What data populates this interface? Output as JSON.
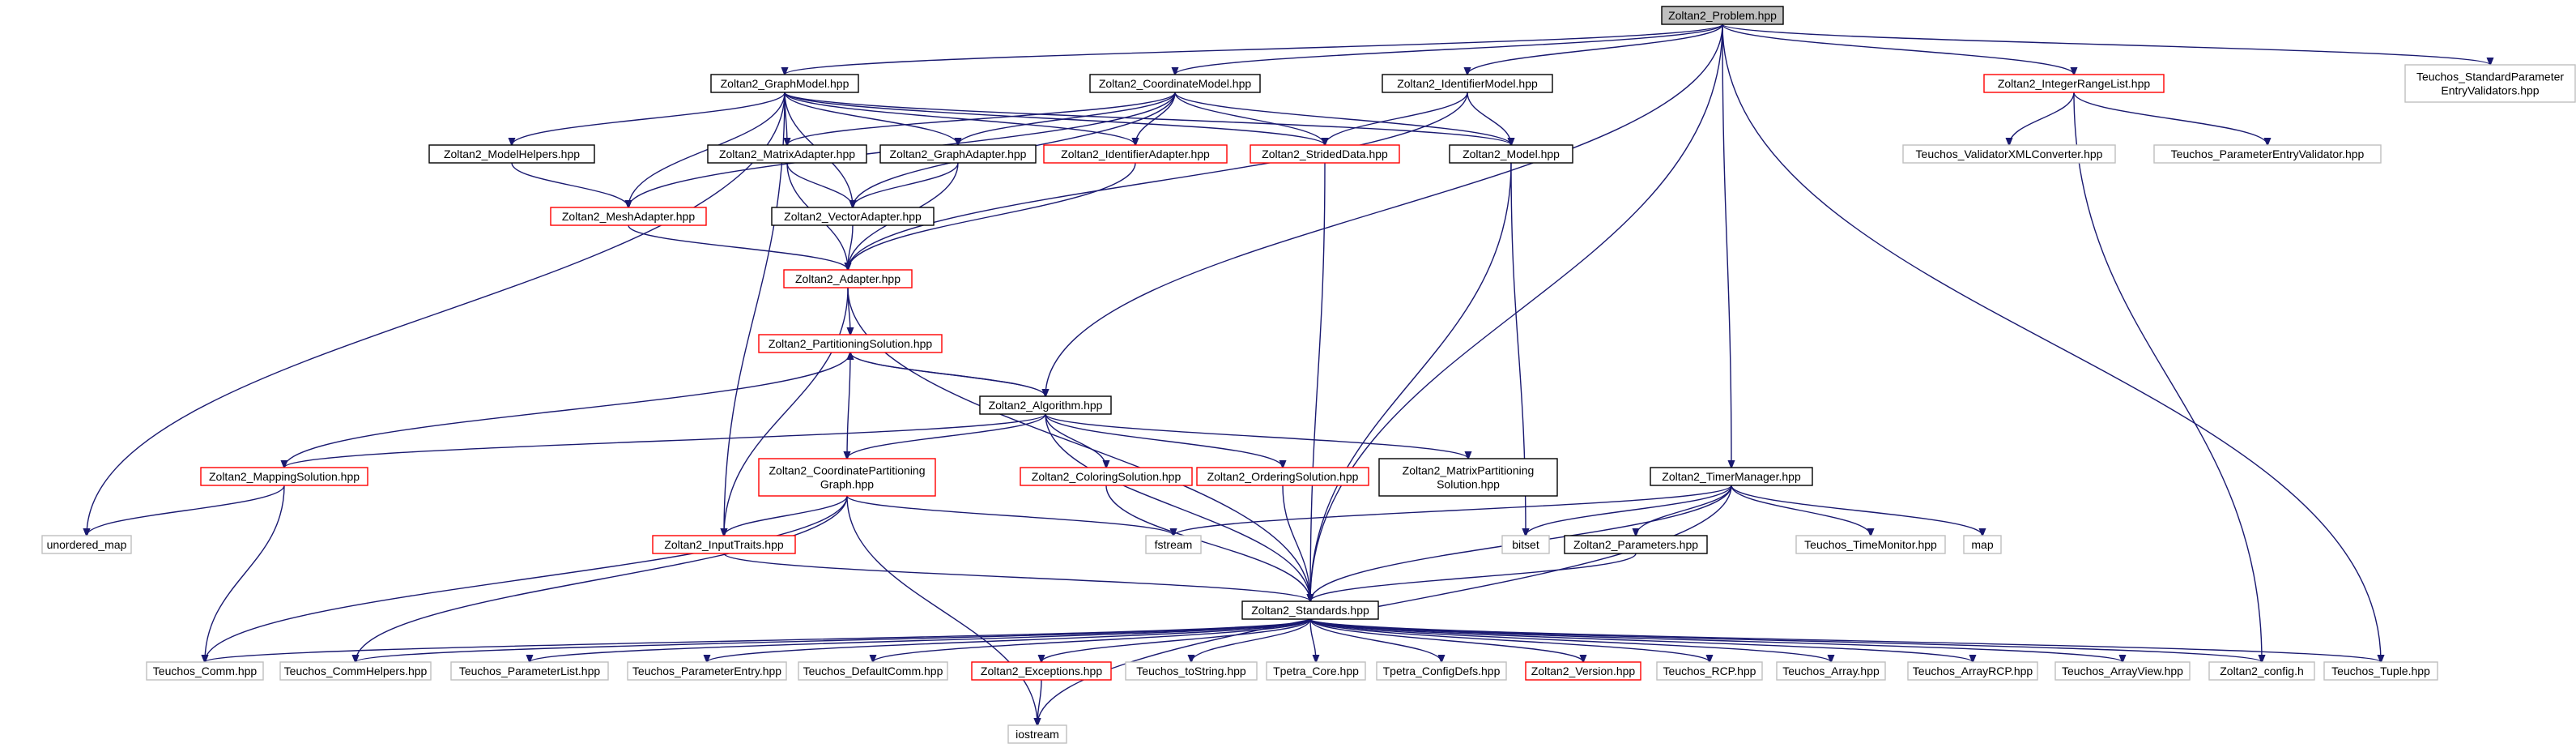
{
  "diagram": {
    "nodes": [
      {
        "id": "root",
        "label": "Zoltan2_Problem.hpp",
        "style": "root"
      },
      {
        "id": "graphmodel",
        "label": "Zoltan2_GraphModel.hpp",
        "style": "black"
      },
      {
        "id": "coordmodel",
        "label": "Zoltan2_CoordinateModel.hpp",
        "style": "black"
      },
      {
        "id": "identmodel",
        "label": "Zoltan2_IdentifierModel.hpp",
        "style": "black"
      },
      {
        "id": "intrange",
        "label": "Zoltan2_IntegerRangeList.hpp",
        "style": "red"
      },
      {
        "id": "stdparamvalid",
        "lines": [
          "Teuchos_StandardParameter",
          "EntryValidators.hpp"
        ],
        "style": "gray"
      },
      {
        "id": "modelhelpers",
        "label": "Zoltan2_ModelHelpers.hpp",
        "style": "black"
      },
      {
        "id": "matrixadapter",
        "label": "Zoltan2_MatrixAdapter.hpp",
        "style": "black"
      },
      {
        "id": "graphadapter",
        "label": "Zoltan2_GraphAdapter.hpp",
        "style": "black"
      },
      {
        "id": "identadapter",
        "label": "Zoltan2_IdentifierAdapter.hpp",
        "style": "red"
      },
      {
        "id": "strided",
        "label": "Zoltan2_StridedData.hpp",
        "style": "red"
      },
      {
        "id": "model",
        "label": "Zoltan2_Model.hpp",
        "style": "black"
      },
      {
        "id": "validxml",
        "label": "Teuchos_ValidatorXMLConverter.hpp",
        "style": "gray"
      },
      {
        "id": "paramentryvalid",
        "label": "Teuchos_ParameterEntryValidator.hpp",
        "style": "gray"
      },
      {
        "id": "meshadapter",
        "label": "Zoltan2_MeshAdapter.hpp",
        "style": "red"
      },
      {
        "id": "vectoradapter",
        "label": "Zoltan2_VectorAdapter.hpp",
        "style": "black"
      },
      {
        "id": "adapter",
        "label": "Zoltan2_Adapter.hpp",
        "style": "red"
      },
      {
        "id": "partsol",
        "label": "Zoltan2_PartitioningSolution.hpp",
        "style": "red"
      },
      {
        "id": "algorithm",
        "label": "Zoltan2_Algorithm.hpp",
        "style": "black"
      },
      {
        "id": "mapsol",
        "label": "Zoltan2_MappingSolution.hpp",
        "style": "red"
      },
      {
        "id": "coordpartgraph",
        "lines": [
          "Zoltan2_CoordinatePartitioning",
          "Graph.hpp"
        ],
        "style": "red"
      },
      {
        "id": "colorsol",
        "label": "Zoltan2_ColoringSolution.hpp",
        "style": "red"
      },
      {
        "id": "ordersol",
        "label": "Zoltan2_OrderingSolution.hpp",
        "style": "red"
      },
      {
        "id": "matrixpartsol",
        "lines": [
          "Zoltan2_MatrixPartitioning",
          "Solution.hpp"
        ],
        "style": "black"
      },
      {
        "id": "timermanager",
        "label": "Zoltan2_TimerManager.hpp",
        "style": "black"
      },
      {
        "id": "unorderedmap",
        "label": "unordered_map",
        "style": "gray"
      },
      {
        "id": "inputtraits",
        "label": "Zoltan2_InputTraits.hpp",
        "style": "red"
      },
      {
        "id": "fstream",
        "label": "fstream",
        "style": "gray"
      },
      {
        "id": "bitset",
        "label": "bitset",
        "style": "gray"
      },
      {
        "id": "parameters",
        "label": "Zoltan2_Parameters.hpp",
        "style": "black"
      },
      {
        "id": "timemonitor",
        "label": "Teuchos_TimeMonitor.hpp",
        "style": "gray"
      },
      {
        "id": "map",
        "label": "map",
        "style": "gray"
      },
      {
        "id": "standards",
        "label": "Zoltan2_Standards.hpp",
        "style": "black"
      },
      {
        "id": "comm",
        "label": "Teuchos_Comm.hpp",
        "style": "gray"
      },
      {
        "id": "commhelpers",
        "label": "Teuchos_CommHelpers.hpp",
        "style": "gray"
      },
      {
        "id": "paramlist",
        "label": "Teuchos_ParameterList.hpp",
        "style": "gray"
      },
      {
        "id": "paramentry",
        "label": "Teuchos_ParameterEntry.hpp",
        "style": "gray"
      },
      {
        "id": "defaultcomm",
        "label": "Teuchos_DefaultComm.hpp",
        "style": "gray"
      },
      {
        "id": "exceptions",
        "label": "Zoltan2_Exceptions.hpp",
        "style": "red"
      },
      {
        "id": "tostring",
        "label": "Teuchos_toString.hpp",
        "style": "gray"
      },
      {
        "id": "tpetracore",
        "label": "Tpetra_Core.hpp",
        "style": "gray"
      },
      {
        "id": "tpetraconfig",
        "label": "Tpetra_ConfigDefs.hpp",
        "style": "gray"
      },
      {
        "id": "version",
        "label": "Zoltan2_Version.hpp",
        "style": "red"
      },
      {
        "id": "rcp",
        "label": "Teuchos_RCP.hpp",
        "style": "gray"
      },
      {
        "id": "array",
        "label": "Teuchos_Array.hpp",
        "style": "gray"
      },
      {
        "id": "arrayrcp",
        "label": "Teuchos_ArrayRCP.hpp",
        "style": "gray"
      },
      {
        "id": "arrayview",
        "label": "Teuchos_ArrayView.hpp",
        "style": "gray"
      },
      {
        "id": "config",
        "label": "Zoltan2_config.h",
        "style": "gray"
      },
      {
        "id": "tuple",
        "label": "Teuchos_Tuple.hpp",
        "style": "gray"
      },
      {
        "id": "iostream",
        "label": "iostream",
        "style": "gray"
      }
    ],
    "edges": [
      [
        "root",
        "graphmodel"
      ],
      [
        "root",
        "coordmodel"
      ],
      [
        "root",
        "identmodel"
      ],
      [
        "root",
        "intrange"
      ],
      [
        "root",
        "stdparamvalid"
      ],
      [
        "root",
        "tuple"
      ],
      [
        "root",
        "algorithm"
      ],
      [
        "root",
        "timermanager"
      ],
      [
        "root",
        "standards"
      ],
      [
        "graphmodel",
        "unorderedmap"
      ],
      [
        "graphmodel",
        "modelhelpers"
      ],
      [
        "graphmodel",
        "meshadapter"
      ],
      [
        "graphmodel",
        "inputtraits"
      ],
      [
        "graphmodel",
        "vectoradapter"
      ],
      [
        "graphmodel",
        "matrixadapter"
      ],
      [
        "graphmodel",
        "graphadapter"
      ],
      [
        "graphmodel",
        "identadapter"
      ],
      [
        "graphmodel",
        "strided"
      ],
      [
        "graphmodel",
        "model"
      ],
      [
        "coordmodel",
        "meshadapter"
      ],
      [
        "coordmodel",
        "matrixadapter"
      ],
      [
        "coordmodel",
        "graphadapter"
      ],
      [
        "coordmodel",
        "identadapter"
      ],
      [
        "coordmodel",
        "vectoradapter"
      ],
      [
        "coordmodel",
        "strided"
      ],
      [
        "coordmodel",
        "model"
      ],
      [
        "identmodel",
        "strided"
      ],
      [
        "identmodel",
        "model"
      ],
      [
        "identmodel",
        "adapter"
      ],
      [
        "intrange",
        "validxml"
      ],
      [
        "intrange",
        "paramentryvalid"
      ],
      [
        "intrange",
        "config"
      ],
      [
        "modelhelpers",
        "meshadapter"
      ],
      [
        "matrixadapter",
        "vectoradapter"
      ],
      [
        "matrixadapter",
        "adapter"
      ],
      [
        "graphadapter",
        "vectoradapter"
      ],
      [
        "graphadapter",
        "adapter"
      ],
      [
        "identadapter",
        "adapter"
      ],
      [
        "meshadapter",
        "adapter"
      ],
      [
        "vectoradapter",
        "adapter"
      ],
      [
        "strided",
        "standards"
      ],
      [
        "model",
        "bitset"
      ],
      [
        "model",
        "standards"
      ],
      [
        "adapter",
        "partsol"
      ],
      [
        "adapter",
        "inputtraits"
      ],
      [
        "adapter",
        "standards"
      ],
      [
        "partsol",
        "algorithm"
      ],
      [
        "algorithm",
        "partsol"
      ],
      [
        "partsol",
        "coordpartgraph"
      ],
      [
        "mapsol",
        "partsol"
      ],
      [
        "algorithm",
        "mapsol"
      ],
      [
        "algorithm",
        "coordpartgraph"
      ],
      [
        "algorithm",
        "colorsol"
      ],
      [
        "algorithm",
        "ordersol"
      ],
      [
        "algorithm",
        "matrixpartsol"
      ],
      [
        "algorithm",
        "standards"
      ],
      [
        "mapsol",
        "unorderedmap"
      ],
      [
        "mapsol",
        "comm"
      ],
      [
        "coordpartgraph",
        "inputtraits"
      ],
      [
        "coordpartgraph",
        "fstream"
      ],
      [
        "coordpartgraph",
        "iostream"
      ],
      [
        "coordpartgraph",
        "comm"
      ],
      [
        "coordpartgraph",
        "commhelpers"
      ],
      [
        "colorsol",
        "standards"
      ],
      [
        "ordersol",
        "standards"
      ],
      [
        "inputtraits",
        "standards"
      ],
      [
        "timermanager",
        "fstream"
      ],
      [
        "timermanager",
        "bitset"
      ],
      [
        "timermanager",
        "parameters"
      ],
      [
        "timermanager",
        "timemonitor"
      ],
      [
        "timermanager",
        "map"
      ],
      [
        "timermanager",
        "standards"
      ],
      [
        "timermanager",
        "iostream"
      ],
      [
        "parameters",
        "standards"
      ],
      [
        "standards",
        "comm"
      ],
      [
        "standards",
        "commhelpers"
      ],
      [
        "standards",
        "paramlist"
      ],
      [
        "standards",
        "paramentry"
      ],
      [
        "standards",
        "defaultcomm"
      ],
      [
        "standards",
        "exceptions"
      ],
      [
        "standards",
        "tostring"
      ],
      [
        "standards",
        "tpetracore"
      ],
      [
        "standards",
        "tpetraconfig"
      ],
      [
        "standards",
        "version"
      ],
      [
        "standards",
        "rcp"
      ],
      [
        "standards",
        "array"
      ],
      [
        "standards",
        "arrayrcp"
      ],
      [
        "standards",
        "arrayview"
      ],
      [
        "standards",
        "config"
      ],
      [
        "standards",
        "tuple"
      ],
      [
        "exceptions",
        "iostream"
      ]
    ]
  }
}
